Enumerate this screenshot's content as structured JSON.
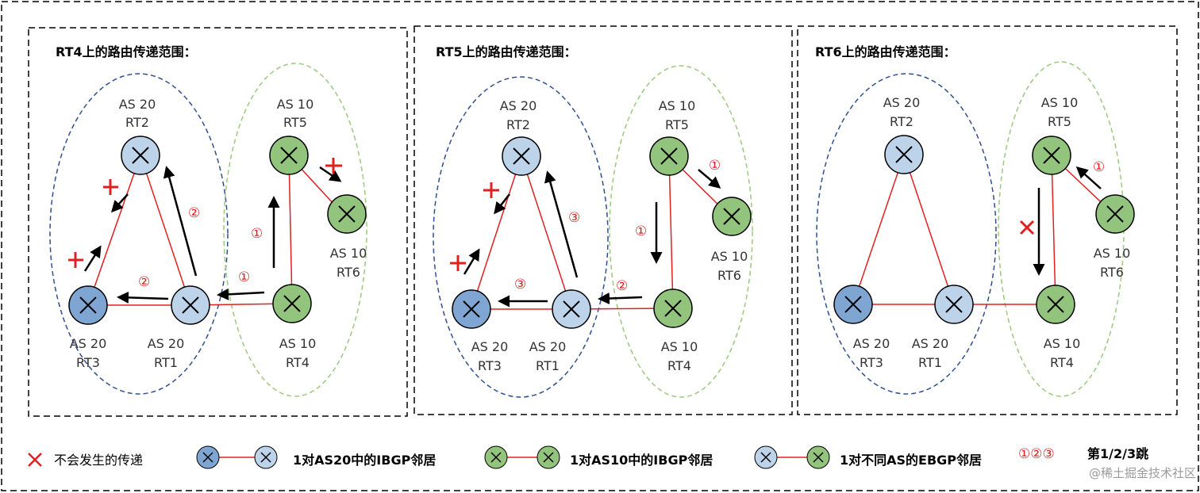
{
  "colors": {
    "as20_fill": "#bdd3ea",
    "as20_dark_fill": "#7fa5d3",
    "as10_fill": "#93c47d",
    "edge": "#e02020",
    "as20_ellipse": "#2f4f8f",
    "as10_ellipse": "#9bc97f",
    "arrow": "#000000",
    "step": "#e02020"
  },
  "panels": [
    {
      "title": "RT4上的路由传递范围：",
      "nodes": {
        "rt2": {
          "as": "AS 20",
          "name": "RT2"
        },
        "rt3": {
          "as": "AS 20",
          "name": "RT3"
        },
        "rt1": {
          "as": "AS 20",
          "name": "RT1"
        },
        "rt5": {
          "as": "AS 10",
          "name": "RT5"
        },
        "rt6": {
          "as": "AS 10",
          "name": "RT6"
        },
        "rt4": {
          "as": "AS 10",
          "name": "RT4"
        }
      },
      "steps": [
        "①",
        "①",
        "②",
        "②"
      ]
    },
    {
      "title": "RT5上的路由传递范围：",
      "nodes": {
        "rt2": {
          "as": "AS 20",
          "name": "RT2"
        },
        "rt3": {
          "as": "AS 20",
          "name": "RT3"
        },
        "rt1": {
          "as": "AS 20",
          "name": "RT1"
        },
        "rt5": {
          "as": "AS 10",
          "name": "RT5"
        },
        "rt6": {
          "as": "AS 10",
          "name": "RT6"
        },
        "rt4": {
          "as": "AS 10",
          "name": "RT4"
        }
      },
      "steps": [
        "①",
        "①",
        "②",
        "③",
        "③"
      ]
    },
    {
      "title": "RT6上的路由传递范围：",
      "nodes": {
        "rt2": {
          "as": "AS 20",
          "name": "RT2"
        },
        "rt3": {
          "as": "AS 20",
          "name": "RT3"
        },
        "rt1": {
          "as": "AS 20",
          "name": "RT1"
        },
        "rt5": {
          "as": "AS 10",
          "name": "RT5"
        },
        "rt6": {
          "as": "AS 10",
          "name": "RT6"
        },
        "rt4": {
          "as": "AS 10",
          "name": "RT4"
        }
      },
      "steps": [
        "①"
      ]
    }
  ],
  "legend": {
    "no_transfer": "不会发生的传递",
    "ibgp_as20": "1对AS20中的IBGP邻居",
    "ibgp_as10": "1对AS10中的IBGP邻居",
    "ebgp": "1对不同AS的EBGP邻居",
    "steps_symbols": "①②③",
    "steps_label": "第1/2/3跳"
  },
  "watermark": "@稀土掘金技术社区"
}
